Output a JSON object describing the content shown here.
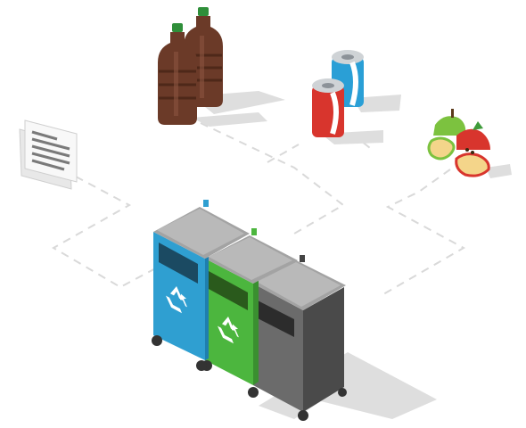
{
  "scene": {
    "objects": [
      {
        "id": "plastic-bottles",
        "icon": "plastic-bottle-icon"
      },
      {
        "id": "cans",
        "icon": "soda-can-icon"
      },
      {
        "id": "paper",
        "icon": "newspaper-icon"
      },
      {
        "id": "apple-cores",
        "icon": "apple-core-icon"
      }
    ],
    "bins": [
      {
        "id": "bin-blue",
        "color": "#2f9fd1",
        "icon": "recycle-icon"
      },
      {
        "id": "bin-green",
        "color": "#4cb63e",
        "icon": "recycle-icon"
      },
      {
        "id": "bin-grey",
        "color": "#6b6b6b",
        "icon": "none"
      }
    ],
    "colors": {
      "dash": "#d9d9d9",
      "shadow": "#dedede",
      "lid": "#9a9a9a",
      "bottle": "#6b3a28",
      "cap": "#2f8f3a",
      "can_red": "#d8352d",
      "can_blue": "#2a9fd6"
    }
  }
}
